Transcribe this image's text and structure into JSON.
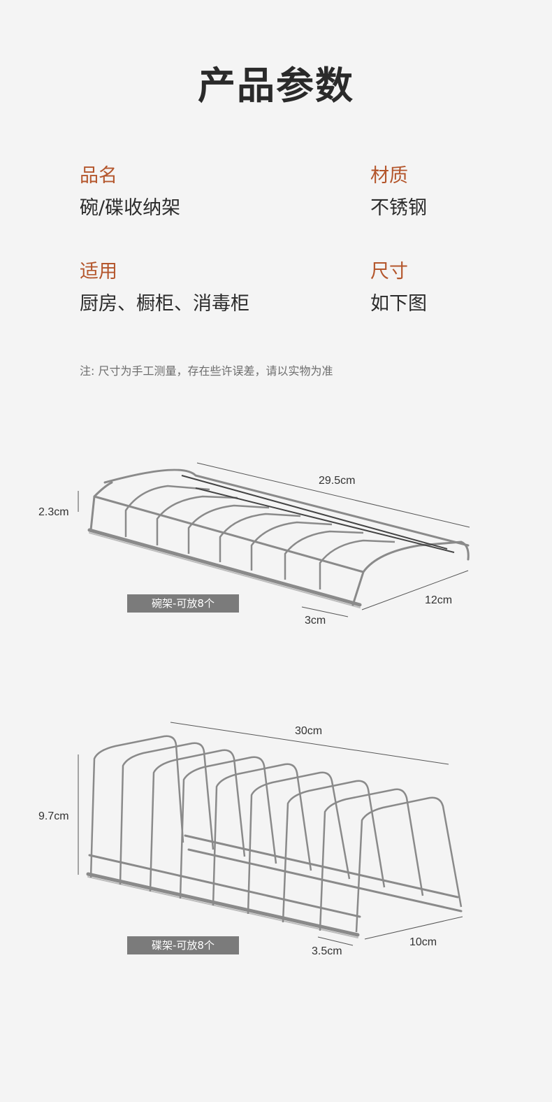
{
  "title": "产品参数",
  "specs": {
    "name": {
      "label": "品名",
      "value": "碗/碟收纳架"
    },
    "material": {
      "label": "材质",
      "value": "不锈钢"
    },
    "usage": {
      "label": "适用",
      "value": "厨房、橱柜、消毒柜"
    },
    "size": {
      "label": "尺寸",
      "value": "如下图"
    }
  },
  "note": "注: 尺寸为手工测量，存在些许误差，请以实物为准",
  "bowl_rack": {
    "caption": "碗架-可放8个",
    "length": "29.5cm",
    "height": "2.3cm",
    "depth": "12cm",
    "spacing": "3cm"
  },
  "plate_rack": {
    "caption": "碟架-可放8个",
    "length": "30cm",
    "height": "9.7cm",
    "depth": "10cm",
    "spacing": "3.5cm"
  },
  "colors": {
    "accent": "#b4562c",
    "caption_bg": "#7b7b7b",
    "wire": "#8a8a8a"
  }
}
